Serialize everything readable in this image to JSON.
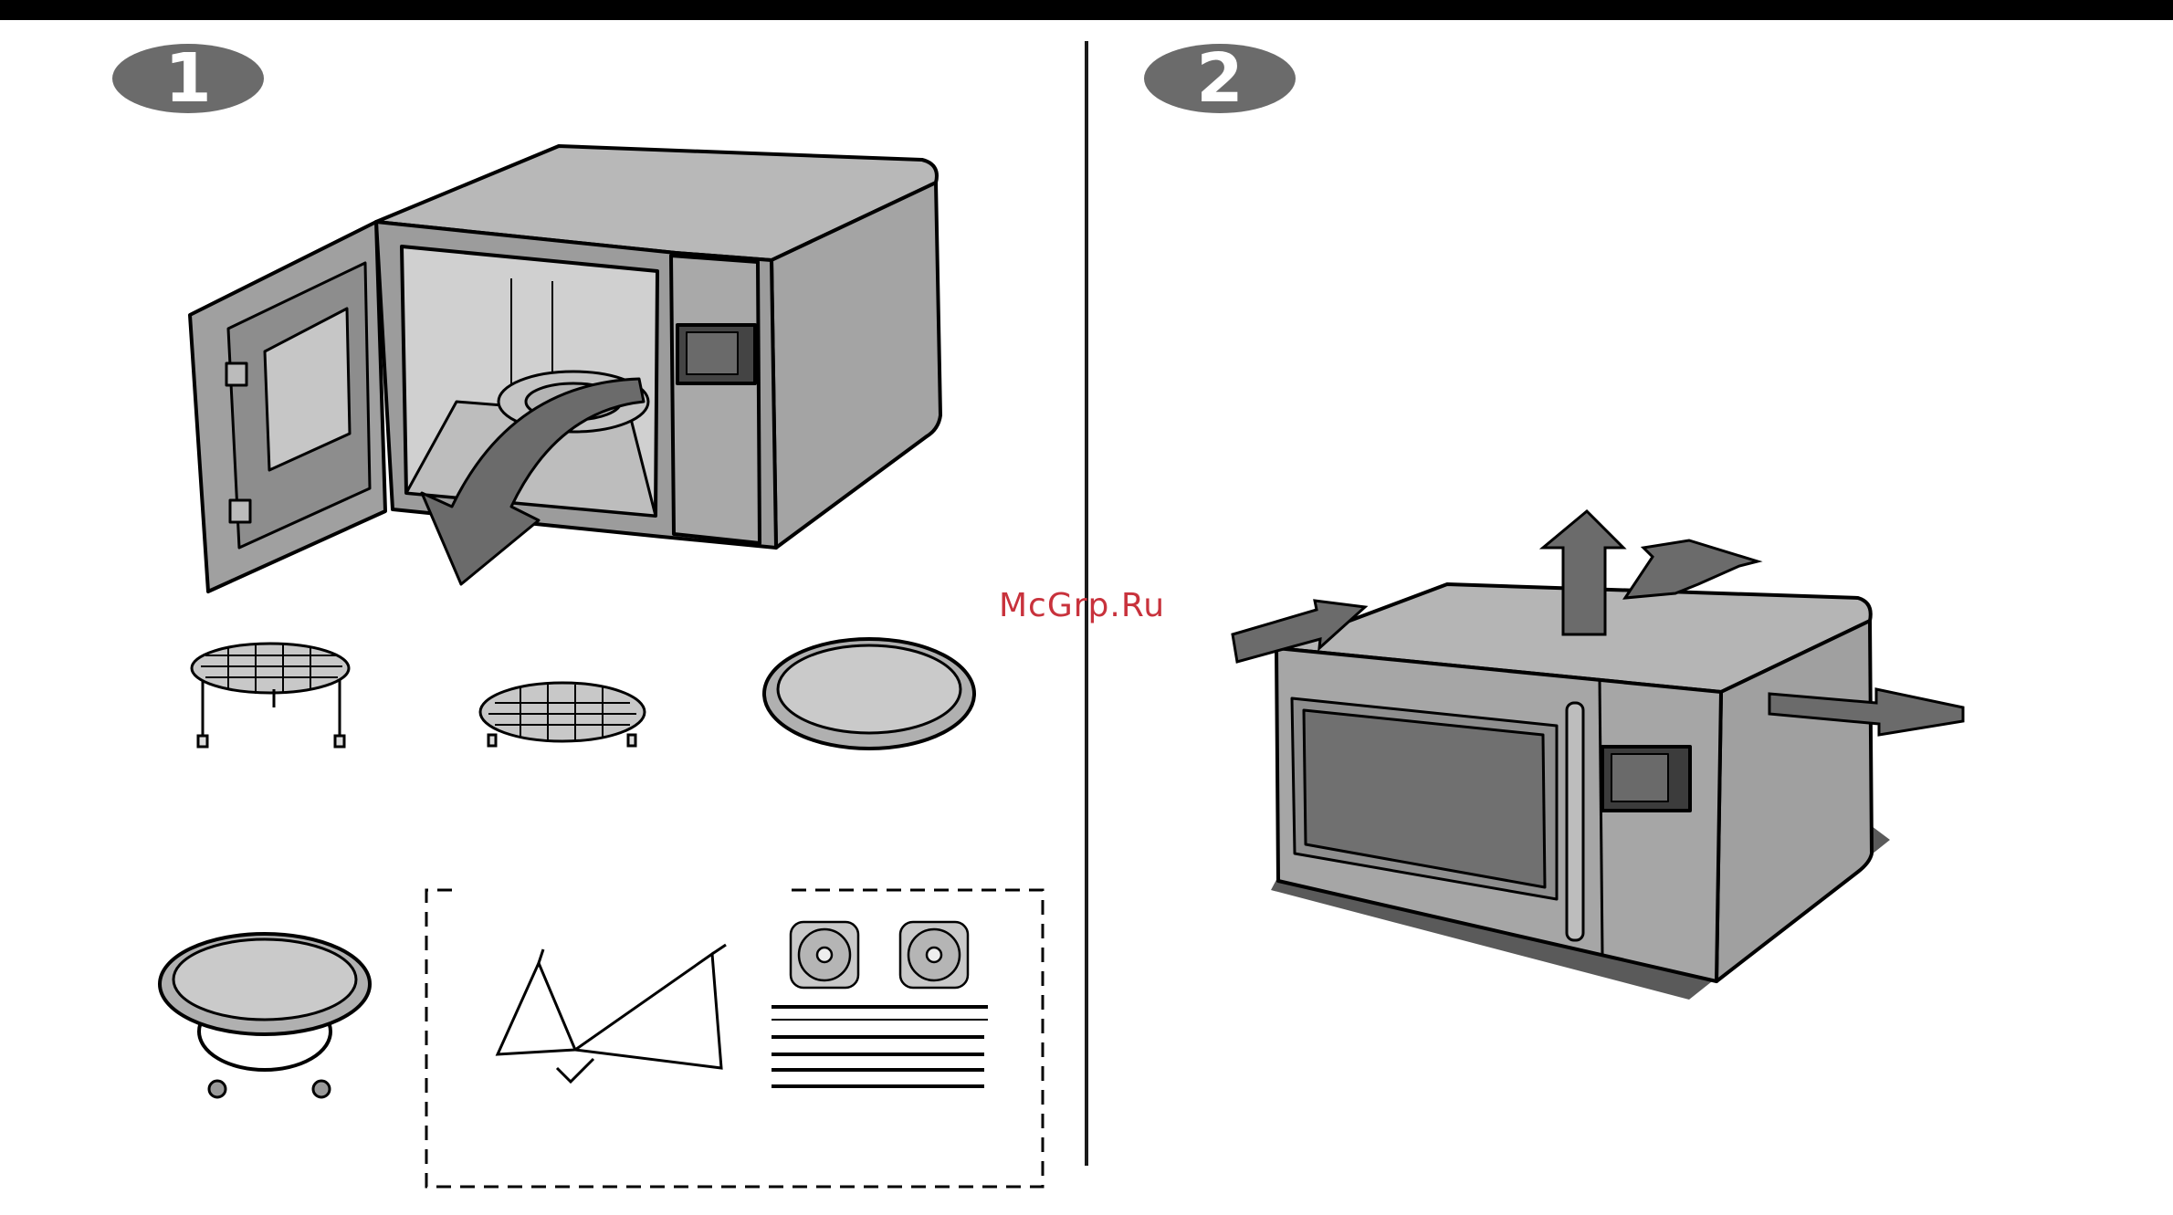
{
  "steps": {
    "step1": {
      "number": "1"
    },
    "step2": {
      "number": "2"
    }
  },
  "watermark": {
    "text": "McGrp.Ru"
  },
  "colors": {
    "appliance_gray": "#a9a9a9",
    "dark_gray": "#6b6b6b",
    "outline": "#000000",
    "watermark": "#c8323c"
  },
  "icons": {
    "open_oven": "microwave-open-door",
    "closed_oven": "microwave-closed-with-clearance-arrows",
    "accessories": [
      "high-rack-icon",
      "low-rack-icon",
      "baking-tray-icon",
      "turntable-icon",
      "rotisserie-kit-icon"
    ]
  }
}
